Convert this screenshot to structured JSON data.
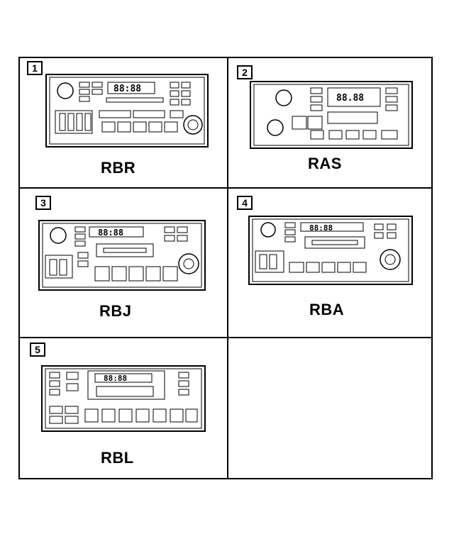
{
  "panels": [
    {
      "number": "1",
      "model": "RBR",
      "display": "88:88"
    },
    {
      "number": "2",
      "model": "RAS",
      "display": "88.88"
    },
    {
      "number": "3",
      "model": "RBJ",
      "display": "88:88"
    },
    {
      "number": "4",
      "model": "RBA",
      "display": "88:88"
    },
    {
      "number": "5",
      "model": "RBL",
      "display": "88:88"
    }
  ]
}
